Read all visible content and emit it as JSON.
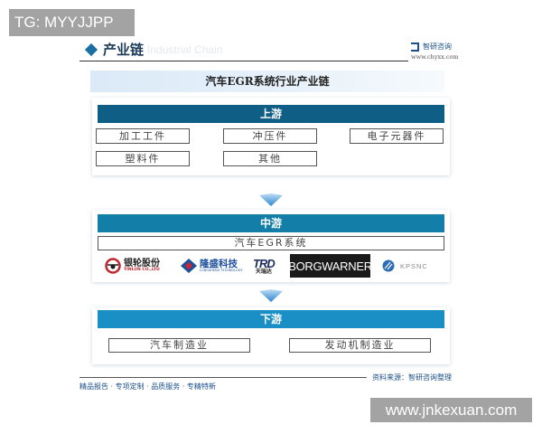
{
  "overlays": {
    "top_left_badge": "TG: MYYJJPP",
    "bottom_right_badge": "www.jnkexuan.com"
  },
  "header": {
    "title": "产业链",
    "ghost_subtitle": "Industrial Chain",
    "brand_name": "智研咨询",
    "brand_url": "www.chyxx.com"
  },
  "diagram": {
    "title": "汽车EGR系统行业产业链",
    "upstream": {
      "label": "上游",
      "color": "#0f5e85",
      "items": [
        "加工工件",
        "冲压件",
        "电子元器件",
        "塑料件",
        "其他"
      ]
    },
    "midstream": {
      "label": "中游",
      "color": "#137ea8",
      "product": "汽车EGR系统",
      "companies": [
        {
          "name": "银轮股份",
          "sub": "YINLUN CO.,LTD",
          "color": "#c0262d"
        },
        {
          "name": "隆盛科技",
          "sub": "LONGSHENG TECHNOLOGY",
          "color": "#1b4f9c"
        },
        {
          "name": "TRD",
          "sub": "天瑞达",
          "color": "#1a2b5c"
        },
        {
          "name": "BORGWARNER",
          "sub": "",
          "color": "#1a1a1a"
        },
        {
          "name": "KPSNC",
          "sub": "",
          "color": "#2a6cb5"
        }
      ]
    },
    "downstream": {
      "label": "下游",
      "color": "#1a8fc6",
      "items": [
        "汽车制造业",
        "发动机制造业"
      ]
    },
    "arrow_color": "#4a9ad8"
  },
  "footer": {
    "slogan": "精品报告 · 专项定制 · 品质服务 · 专精特新",
    "source": "资料来源：智研咨询整理"
  }
}
